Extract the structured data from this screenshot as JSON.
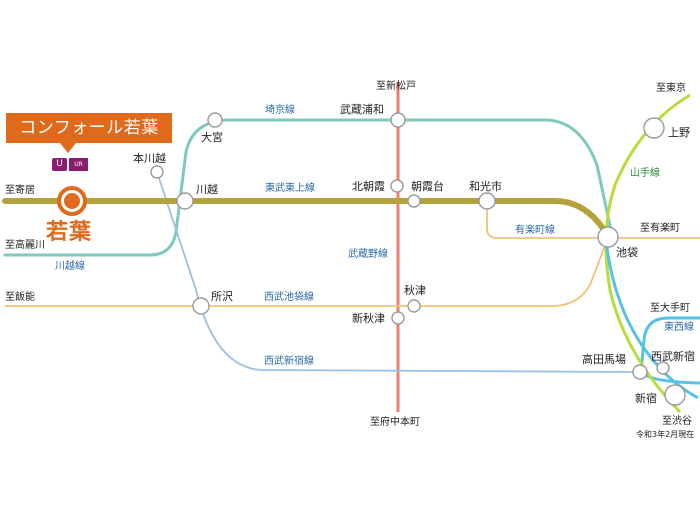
{
  "property": {
    "name": "コンフォール若葉",
    "logo_mark": "U",
    "logo_text": "UR",
    "home_station": "若葉"
  },
  "directions": {
    "to_shinmatsudo": "至新松戸",
    "to_tokyo": "至東京",
    "to_yorii": "至寄居",
    "to_komagawa": "至高麗川",
    "to_hanno": "至飯能",
    "to_yurakucho": "至有楽町",
    "to_otemachi": "至大手町",
    "to_fuchuhonmachi": "至府中本町",
    "to_shibuya": "至渋谷"
  },
  "stations": {
    "omiya": "大宮",
    "honkawagoe": "本川越",
    "kawagoe": "川越",
    "musashiurawa": "武蔵浦和",
    "kitaasaka": "北朝霞",
    "asakadai": "朝霞台",
    "wakoshi": "和光市",
    "ueno": "上野",
    "ikebukuro": "池袋",
    "tokorozawa": "所沢",
    "akitsu": "秋津",
    "shinakitsu": "新秋津",
    "takadanobaba": "高田馬場",
    "seibushinjuku": "西武新宿",
    "shinjuku": "新宿"
  },
  "lines": {
    "saikyo": "埼京線",
    "tobu_tojo": "東武東上線",
    "kawagoe_line": "川越線",
    "musashino": "武蔵野線",
    "yurakucho": "有楽町線",
    "yamanote": "山手線",
    "seibu_ikebukuro": "西武池袋線",
    "seibu_shinjuku": "西武新宿線",
    "tozai": "東西線"
  },
  "note": "令和3年2月現在",
  "colors": {
    "tobu_tojo": "#b4a23a",
    "saikyo": "#7fc9bf",
    "musashino": "#ee7f72",
    "yurakucho": "#f1c27a",
    "yamanote": "#b7dc3e",
    "seibu": "#9cc0e2",
    "tozai": "#56c2e6",
    "accent": "#e06a1b"
  }
}
